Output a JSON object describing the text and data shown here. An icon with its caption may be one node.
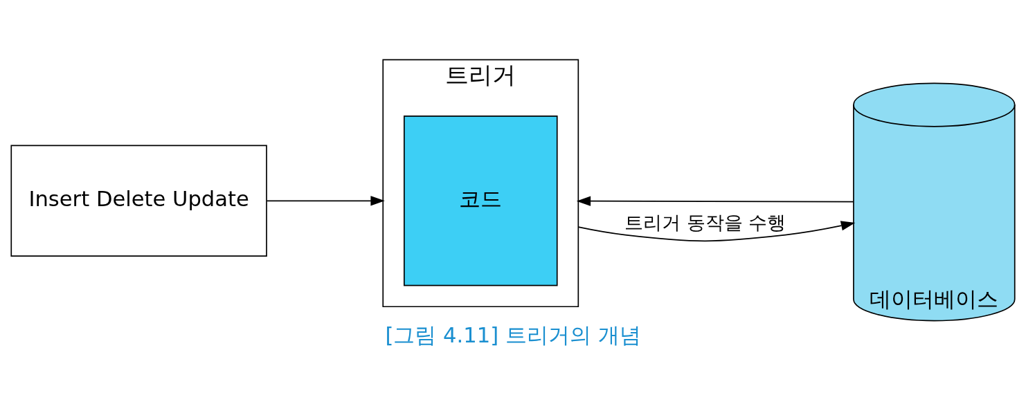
{
  "diagram": {
    "caption": "[그림 4.11] 트리거의 개념",
    "nodes": [
      {
        "text": [
          "Insert Delete Update"
        ]
      },
      {
        "text": [
          "트리거"
        ]
      },
      {
        "text": [
          "코드"
        ],
        "in": 1
      },
      {
        "text": [
          "데이터베이스"
        ]
      }
    ],
    "edges": [
      {
        "from": 0,
        "to": 1,
        "arrow": "to"
      },
      {
        "from": 3,
        "to": 1,
        "arrow": "to"
      },
      {
        "from": 1,
        "to": 3,
        "arrow": "to",
        "label": "트리거 동작을 수행"
      }
    ]
  }
}
